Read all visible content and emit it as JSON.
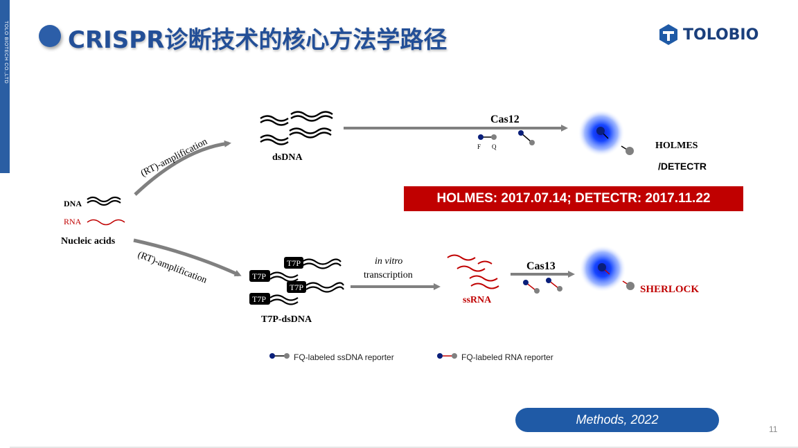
{
  "sidebar": {
    "company": "TOLO BIOTECH CO.,LTD"
  },
  "header": {
    "title": "CRISPR诊断技术的核心方法学路径",
    "logo_text": "TOLOBIO"
  },
  "diagram": {
    "input_dna": "DNA",
    "input_rna": "RNA",
    "input_label": "Nucleic acids",
    "upper_arrow": "(RT)-amplification",
    "lower_arrow": "(RT)-amplification",
    "dsdna": "dsDNA",
    "cas12": "Cas12",
    "reporter_f": "F",
    "reporter_q": "Q",
    "holmes": "HOLMES",
    "detectr": "/DETECTR",
    "t7p": "T7P",
    "t7p_dsdna": "T7P-dsDNA",
    "ivt_line1": "in vitro",
    "ivt_line2": "transcription",
    "ssrna": "ssRNA",
    "cas13": "Cas13",
    "sherlock": "SHERLOCK",
    "legend_ssdna": "FQ-labeled ssDNA reporter",
    "legend_rna": "FQ-labeled RNA reporter",
    "colors": {
      "dna_reporter": "#0a1f7a",
      "rna_reporter": "#c00000",
      "quencher": "#808080",
      "glow": "#1646ff"
    }
  },
  "banner": {
    "text": "HOLMES: 2017.07.14; DETECTR: 2017.11.22"
  },
  "citation": {
    "text": "Methods, 2022"
  },
  "page": {
    "number": "11"
  }
}
